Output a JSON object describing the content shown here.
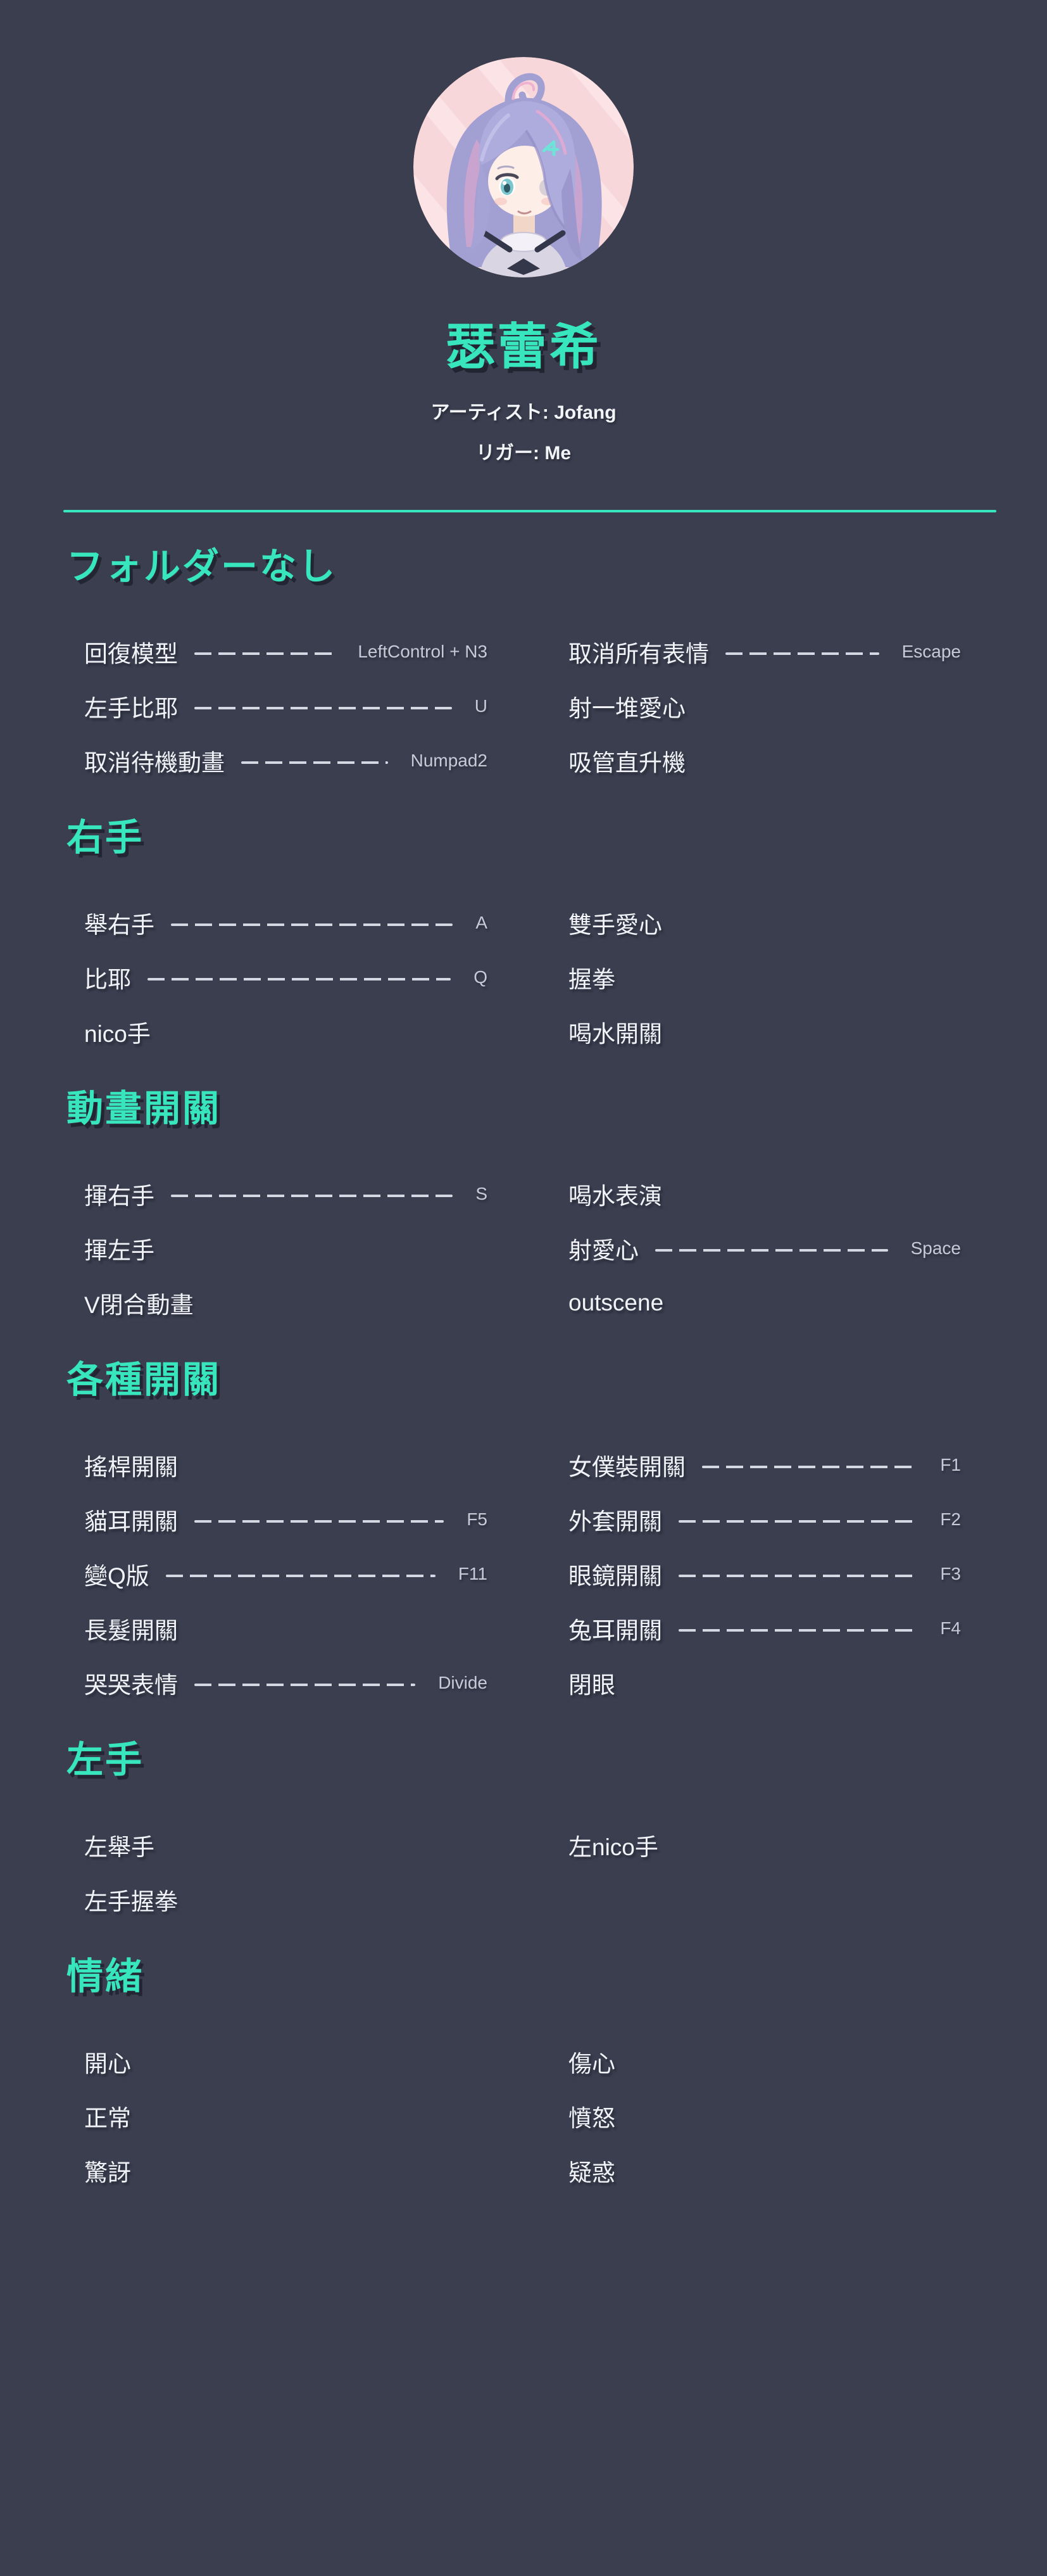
{
  "page": {
    "background_color": "#3b3e4f",
    "accent_color": "#38e6bd",
    "text_color": "#f1f3f8",
    "key_text_color": "#c6cbd8"
  },
  "header": {
    "title": "瑟蕾希",
    "avatar_alt": "anime-girl-portrait",
    "credits": [
      {
        "text": "アーティスト: Jofang"
      },
      {
        "text": "リガー: Me"
      }
    ]
  },
  "sections": [
    {
      "title": "フォルダーなし",
      "rows": [
        {
          "left": {
            "label": "回復模型",
            "key": "LeftControl + N3"
          },
          "right": {
            "label": "取消所有表情",
            "key": "Escape"
          }
        },
        {
          "left": {
            "label": "左手比耶",
            "key": "U"
          },
          "right": {
            "label": "射一堆愛心",
            "key": null
          }
        },
        {
          "left": {
            "label": "取消待機動畫",
            "key": "Numpad2"
          },
          "right": {
            "label": "吸管直升機",
            "key": null
          }
        }
      ]
    },
    {
      "title": "右手",
      "rows": [
        {
          "left": {
            "label": "舉右手",
            "key": "A"
          },
          "right": {
            "label": "雙手愛心",
            "key": null
          }
        },
        {
          "left": {
            "label": "比耶",
            "key": "Q"
          },
          "right": {
            "label": "握拳",
            "key": null
          }
        },
        {
          "left": {
            "label": "nico手",
            "key": null
          },
          "right": {
            "label": "喝水開關",
            "key": null
          }
        }
      ]
    },
    {
      "title": "動畫開關",
      "rows": [
        {
          "left": {
            "label": "揮右手",
            "key": "S"
          },
          "right": {
            "label": "喝水表演",
            "key": null
          }
        },
        {
          "left": {
            "label": "揮左手",
            "key": null
          },
          "right": {
            "label": "射愛心",
            "key": "Space"
          }
        },
        {
          "left": {
            "label": "V閉合動畫",
            "key": null
          },
          "right": {
            "label": "outscene",
            "key": null
          }
        }
      ]
    },
    {
      "title": "各種開關",
      "rows": [
        {
          "left": {
            "label": "搖桿開關",
            "key": null
          },
          "right": {
            "label": "女僕裝開關",
            "key": "F1"
          }
        },
        {
          "left": {
            "label": "貓耳開關",
            "key": "F5"
          },
          "right": {
            "label": "外套開關",
            "key": "F2"
          }
        },
        {
          "left": {
            "label": "變Q版",
            "key": "F11"
          },
          "right": {
            "label": "眼鏡開關",
            "key": "F3"
          }
        },
        {
          "left": {
            "label": "長髮開關",
            "key": null
          },
          "right": {
            "label": "兔耳開關",
            "key": "F4"
          }
        },
        {
          "left": {
            "label": "哭哭表情",
            "key": "Divide"
          },
          "right": {
            "label": "閉眼",
            "key": null
          }
        }
      ]
    },
    {
      "title": "左手",
      "rows": [
        {
          "left": {
            "label": "左舉手",
            "key": null
          },
          "right": {
            "label": "左nico手",
            "key": null
          }
        },
        {
          "left": {
            "label": "左手握拳",
            "key": null
          },
          "right": null
        }
      ]
    },
    {
      "title": "情緒",
      "rows": [
        {
          "left": {
            "label": "開心",
            "key": null
          },
          "right": {
            "label": "傷心",
            "key": null
          }
        },
        {
          "left": {
            "label": "正常",
            "key": null
          },
          "right": {
            "label": "憤怒",
            "key": null
          }
        },
        {
          "left": {
            "label": "驚訝",
            "key": null
          },
          "right": {
            "label": "疑惑",
            "key": null
          }
        }
      ]
    }
  ]
}
